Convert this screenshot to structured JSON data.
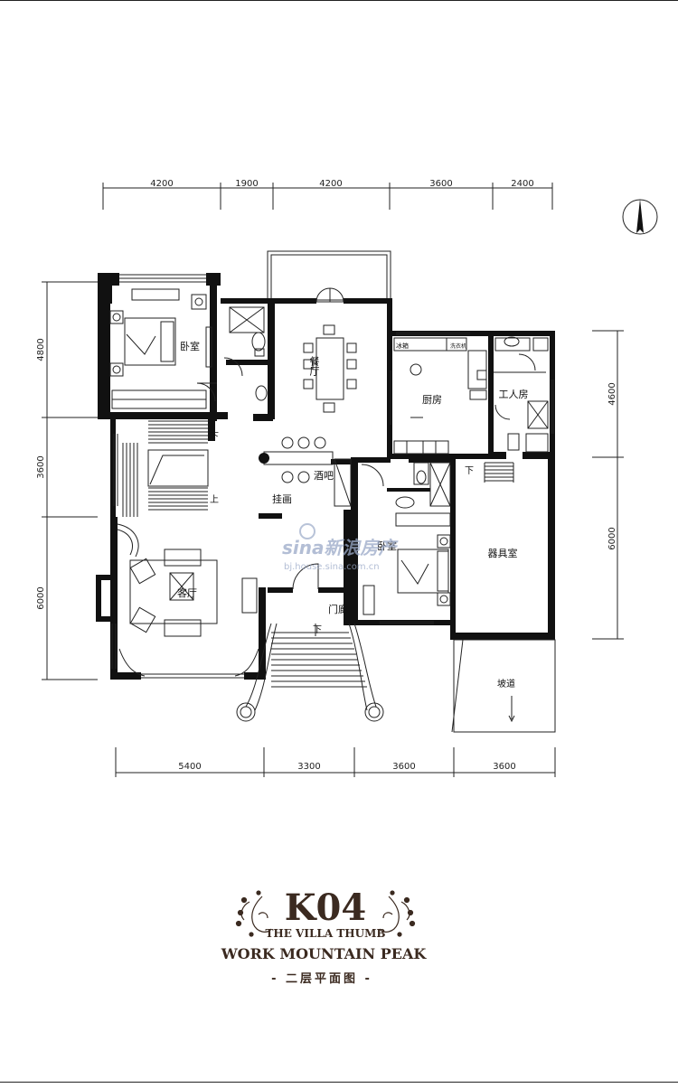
{
  "dimensions": {
    "top": [
      "4200",
      "1900",
      "4200",
      "3600",
      "2400"
    ],
    "bottom": [
      "5400",
      "3300",
      "3600",
      "3600"
    ],
    "left": [
      "4800",
      "3600",
      "6000"
    ],
    "right": [
      "4600",
      "6000"
    ]
  },
  "rooms": {
    "bedroom_1": "卧室",
    "dining": "餐厅",
    "kitchen": "厨房",
    "servant": "工人房",
    "bar": "酒吧",
    "hanging": "挂画",
    "bedroom_2": "卧室",
    "storage": "器具室",
    "living": "客厅",
    "foyer": "门廊",
    "ramp": "坡道",
    "down_1": "下",
    "up_1": "上",
    "down_2": "下",
    "down_3": "下",
    "fridge": "冰箱",
    "washer": "洗衣机"
  },
  "watermark": {
    "brand": "sina新浪房产",
    "url": "bj.house.sina.com.cn"
  },
  "title": {
    "code": "K04",
    "subtitle": "THE VILLA THUMB",
    "project": "WORK MOUNTAIN PEAK",
    "floor": "- 二层平面图 -"
  },
  "colors": {
    "wall": "#111111",
    "title": "#3b2a20",
    "watermark": "#9aa9c8"
  }
}
